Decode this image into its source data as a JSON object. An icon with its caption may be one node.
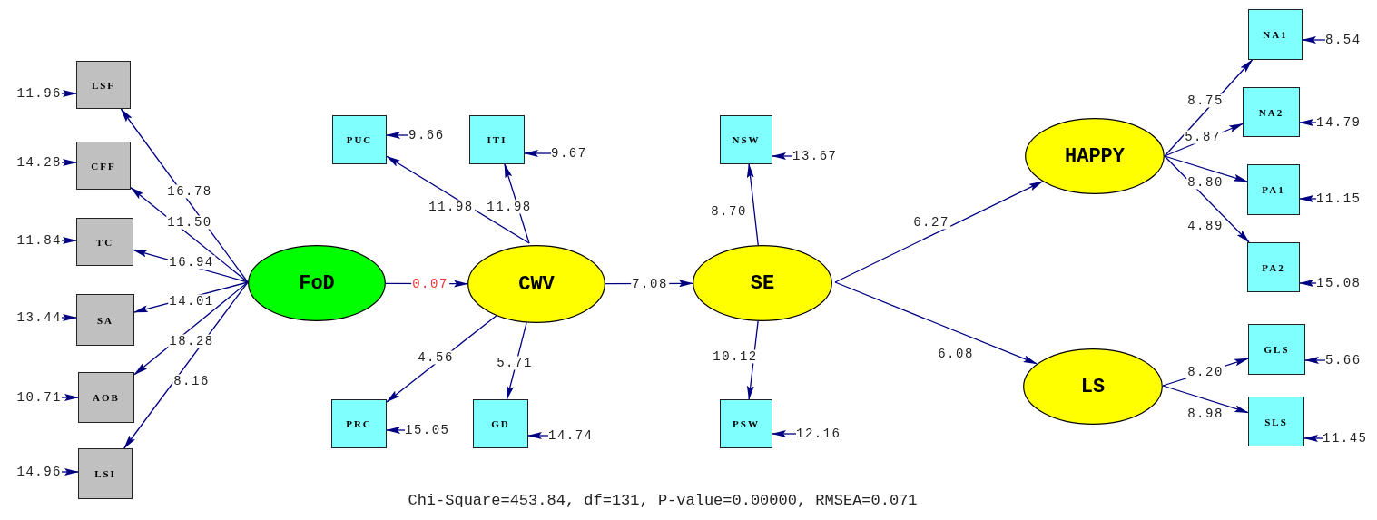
{
  "diagram": {
    "caption": "Chi-Square=453.84, df=131, P-value=0.00000, RMSEA=0.071",
    "nodes": [
      {
        "text": [
          "FoD"
        ]
      },
      {
        "text": [
          "CWV"
        ]
      },
      {
        "text": [
          "SE"
        ]
      },
      {
        "text": [
          "HAPPY"
        ]
      },
      {
        "text": [
          "LS"
        ]
      },
      {
        "text": [
          "LSF"
        ]
      },
      {
        "text": [
          "CFF"
        ]
      },
      {
        "text": [
          "TC"
        ]
      },
      {
        "text": [
          "SA"
        ]
      },
      {
        "text": [
          "AOB"
        ]
      },
      {
        "text": [
          "LSI"
        ]
      },
      {
        "text": [
          "PUC"
        ]
      },
      {
        "text": [
          "ITI"
        ]
      },
      {
        "text": [
          "PRC"
        ]
      },
      {
        "text": [
          "GD"
        ]
      },
      {
        "text": [
          "NSW"
        ]
      },
      {
        "text": [
          "PSW"
        ]
      },
      {
        "text": [
          "NA1"
        ]
      },
      {
        "text": [
          "NA2"
        ]
      },
      {
        "text": [
          "PA1"
        ]
      },
      {
        "text": [
          "PA2"
        ]
      },
      {
        "text": [
          "GLS"
        ]
      },
      {
        "text": [
          "SLS"
        ]
      },
      {
        "text": [
          "11.96"
        ]
      },
      {
        "text": [
          "14.28"
        ]
      },
      {
        "text": [
          "11.84"
        ]
      },
      {
        "text": [
          "13.44"
        ]
      },
      {
        "text": [
          "10.71"
        ]
      },
      {
        "text": [
          "14.96"
        ]
      },
      {
        "text": [
          "9.66"
        ]
      },
      {
        "text": [
          "9.67"
        ]
      },
      {
        "text": [
          "15.05"
        ]
      },
      {
        "text": [
          "14.74"
        ]
      },
      {
        "text": [
          "13.67"
        ]
      },
      {
        "text": [
          "12.16"
        ]
      },
      {
        "text": [
          "8.54"
        ]
      },
      {
        "text": [
          "14.79"
        ]
      },
      {
        "text": [
          "11.15"
        ]
      },
      {
        "text": [
          "15.08"
        ]
      },
      {
        "text": [
          "5.66"
        ]
      },
      {
        "text": [
          "11.45"
        ]
      }
    ],
    "edges": [
      {
        "from": 0,
        "to": 5,
        "arrow": "to",
        "label": "16.78"
      },
      {
        "from": 0,
        "to": 6,
        "arrow": "to",
        "label": "11.50"
      },
      {
        "from": 0,
        "to": 7,
        "arrow": "to",
        "label": "16.94"
      },
      {
        "from": 0,
        "to": 8,
        "arrow": "to",
        "label": "14.01"
      },
      {
        "from": 0,
        "to": 9,
        "arrow": "to",
        "label": "18.28"
      },
      {
        "from": 0,
        "to": 10,
        "arrow": "to",
        "label": "8.16"
      },
      {
        "from": 0,
        "to": 1,
        "arrow": "to",
        "label": "0.07"
      },
      {
        "from": 1,
        "to": 11,
        "arrow": "to",
        "label": "11.98"
      },
      {
        "from": 1,
        "to": 12,
        "arrow": "to",
        "label": "11.98"
      },
      {
        "from": 1,
        "to": 13,
        "arrow": "to",
        "label": "4.56"
      },
      {
        "from": 1,
        "to": 14,
        "arrow": "to",
        "label": "5.71"
      },
      {
        "from": 1,
        "to": 2,
        "arrow": "to",
        "label": "7.08"
      },
      {
        "from": 2,
        "to": 15,
        "arrow": "to",
        "label": "8.70"
      },
      {
        "from": 2,
        "to": 16,
        "arrow": "to",
        "label": "10.12"
      },
      {
        "from": 2,
        "to": 3,
        "arrow": "to",
        "label": "6.27"
      },
      {
        "from": 2,
        "to": 4,
        "arrow": "to",
        "label": "6.08"
      },
      {
        "from": 3,
        "to": 17,
        "arrow": "to",
        "label": "8.75"
      },
      {
        "from": 3,
        "to": 18,
        "arrow": "to",
        "label": "5.87"
      },
      {
        "from": 3,
        "to": 19,
        "arrow": "to",
        "label": "8.80"
      },
      {
        "from": 3,
        "to": 20,
        "arrow": "to",
        "label": "4.89"
      },
      {
        "from": 4,
        "to": 21,
        "arrow": "to",
        "label": "8.20"
      },
      {
        "from": 4,
        "to": 22,
        "arrow": "to",
        "label": "8.98"
      },
      {
        "from": 23,
        "to": 5,
        "arrow": "to"
      },
      {
        "from": 24,
        "to": 6,
        "arrow": "to"
      },
      {
        "from": 25,
        "to": 7,
        "arrow": "to"
      },
      {
        "from": 26,
        "to": 8,
        "arrow": "to"
      },
      {
        "from": 27,
        "to": 9,
        "arrow": "to"
      },
      {
        "from": 28,
        "to": 10,
        "arrow": "to"
      },
      {
        "from": 29,
        "to": 11,
        "arrow": "to"
      },
      {
        "from": 30,
        "to": 12,
        "arrow": "to"
      },
      {
        "from": 31,
        "to": 13,
        "arrow": "to"
      },
      {
        "from": 32,
        "to": 14,
        "arrow": "to"
      },
      {
        "from": 33,
        "to": 15,
        "arrow": "to"
      },
      {
        "from": 34,
        "to": 16,
        "arrow": "to"
      },
      {
        "from": 35,
        "to": 17,
        "arrow": "to"
      },
      {
        "from": 36,
        "to": 18,
        "arrow": "to"
      },
      {
        "from": 37,
        "to": 19,
        "arrow": "to"
      },
      {
        "from": 38,
        "to": 20,
        "arrow": "to"
      },
      {
        "from": 39,
        "to": 21,
        "arrow": "to"
      },
      {
        "from": 40,
        "to": 22,
        "arrow": "to"
      }
    ]
  }
}
